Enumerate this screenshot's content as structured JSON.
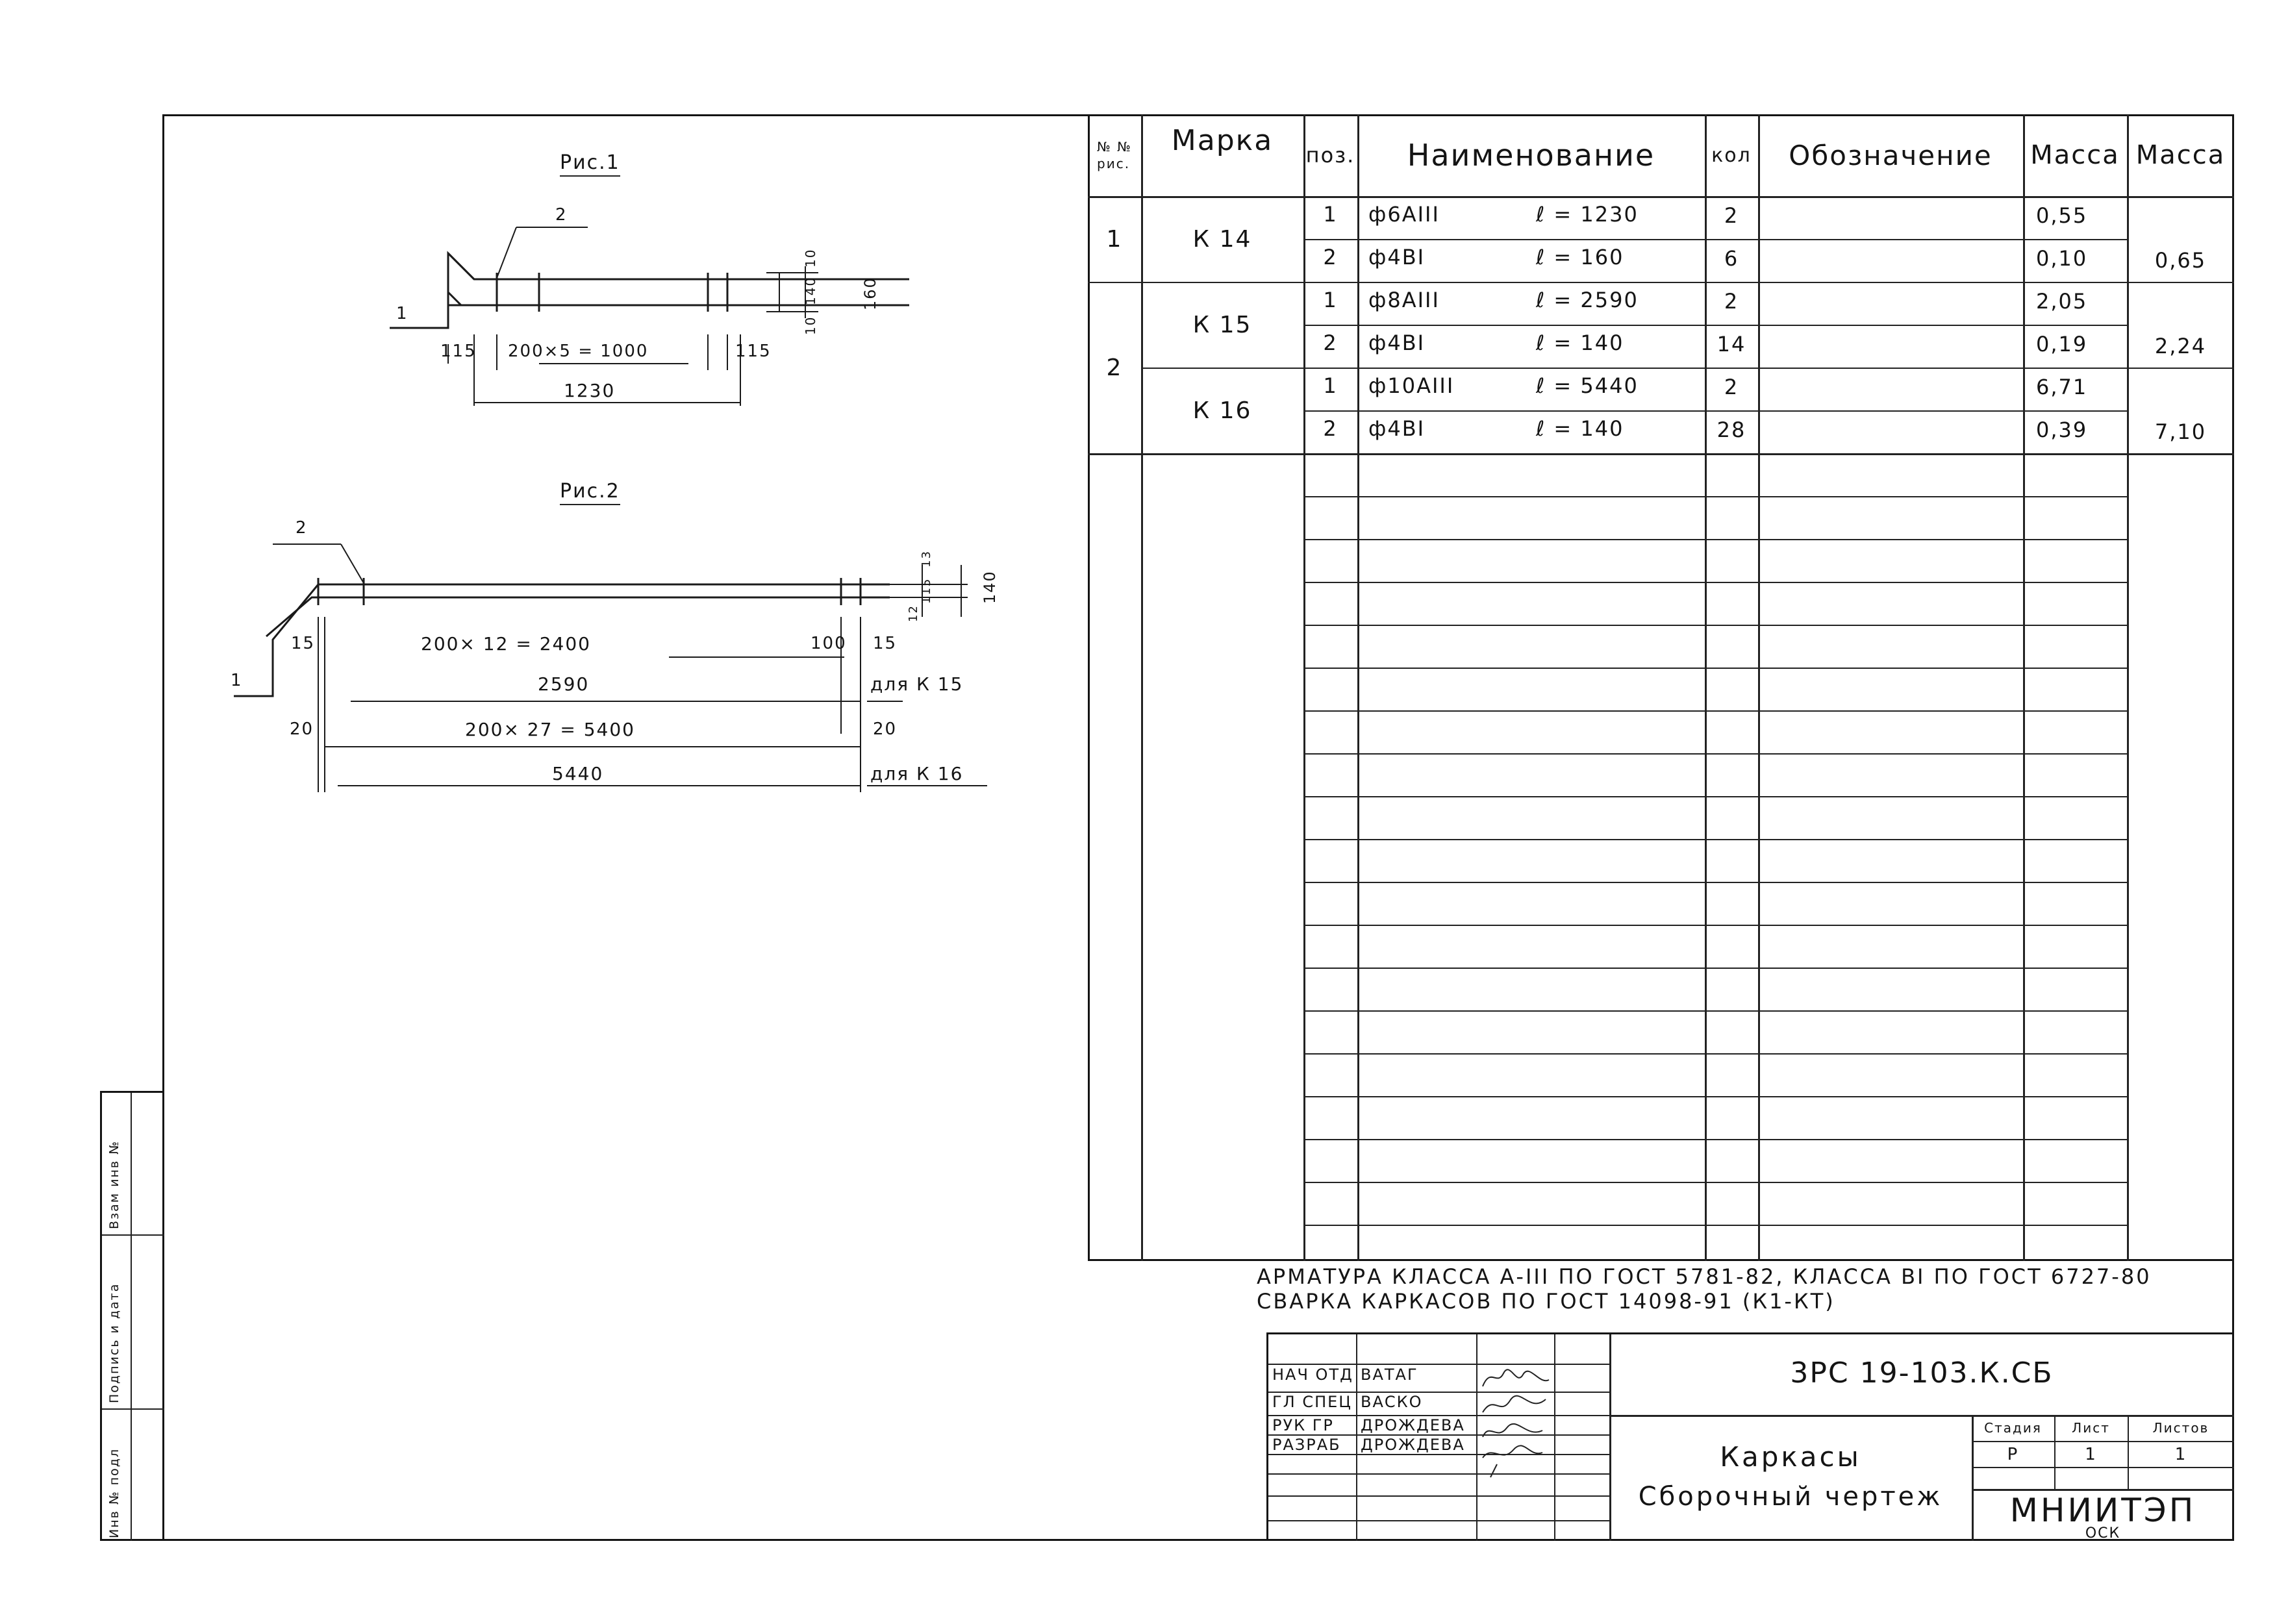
{
  "figures": {
    "fig1": {
      "caption": "Рис.1",
      "labels": {
        "pos1": "1",
        "pos2": "2",
        "dim_spacing": "200×5 = 1000",
        "dim_left": "115",
        "dim_right": "115",
        "dim_total": "1230",
        "dim_height": "160",
        "dim_v1": "10",
        "dim_v2": "140",
        "dim_v3": "10"
      }
    },
    "fig2": {
      "caption": "Рис.2",
      "labels": {
        "pos1": "1",
        "pos2": "2",
        "dim_left": "15",
        "dim_spacing": "200× 12 = 2400",
        "dim_100": "100",
        "dim_right": "15",
        "dim_total_k15": "2590",
        "for_k15": "для К 15",
        "dim_left2": "20",
        "dim_spacing2": "200× 27 = 5400",
        "dim_right2": "20",
        "dim_total_k16": "5440",
        "for_k16": "для К 16",
        "dim_height": "140",
        "dim_v1": "12",
        "dim_v2": "115",
        "dim_v3": "13"
      }
    }
  },
  "spec_table": {
    "headers": {
      "fig_no": "№ №\nрис.",
      "mark": "Марка",
      "pos": "поз.",
      "name": "Наименование",
      "qty": "кол",
      "designation": "Обозначение",
      "mass1": "Масса",
      "mass2": "Масса"
    },
    "rows": [
      {
        "fig": "1",
        "mark": "К 14",
        "pos": "1",
        "name": "ф6АIII",
        "len": "ℓ = 1230",
        "qty": "2",
        "mass": "0,55",
        "total": ""
      },
      {
        "fig": "",
        "mark": "",
        "pos": "2",
        "name": "ф4ВI",
        "len": "ℓ = 160",
        "qty": "6",
        "mass": "0,10",
        "total": "0,65"
      },
      {
        "fig": "2",
        "mark": "К 15",
        "pos": "1",
        "name": "ф8АIII",
        "len": "ℓ = 2590",
        "qty": "2",
        "mass": "2,05",
        "total": ""
      },
      {
        "fig": "",
        "mark": "",
        "pos": "2",
        "name": "ф4ВI",
        "len": "ℓ = 140",
        "qty": "14",
        "mass": "0,19",
        "total": "2,24"
      },
      {
        "fig": "",
        "mark": "К 16",
        "pos": "1",
        "name": "ф10АIII",
        "len": "ℓ = 5440",
        "qty": "2",
        "mass": "6,71",
        "total": ""
      },
      {
        "fig": "",
        "mark": "",
        "pos": "2",
        "name": "ф4ВI",
        "len": "ℓ = 140",
        "qty": "28",
        "mass": "0,39",
        "total": "7,10"
      }
    ]
  },
  "notes": {
    "line1": "Арматура класса А-III по ГОСТ 5781-82, класса ВI по ГОСТ 6727-80",
    "line2": "Сварка каркасов по ГОСТ 14098-91 (К1-Кт)"
  },
  "title_block": {
    "code": "3РС 19-103.К.СБ",
    "title_line1": "Каркасы",
    "title_line2": "Сборочный чертеж",
    "org_line1": "МНИИТЭП",
    "org_line2": "ОСК",
    "stage_label": "Стадия",
    "sheet_label": "Лист",
    "sheets_label": "Листов",
    "stage": "Р",
    "sheet": "1",
    "sheets": "1",
    "signers": [
      {
        "role": "Нач отд",
        "name": "Ватаг"
      },
      {
        "role": "Гл спец",
        "name": "Васко"
      },
      {
        "role": "Рук гр",
        "name": "Дрождева"
      },
      {
        "role": "Разраб",
        "name": "Дрождева"
      }
    ]
  },
  "side_stamp": {
    "inv_orig": "Инв № подл",
    "sign_date": "Подпись и дата",
    "inv_repl": "Взам инв №"
  }
}
